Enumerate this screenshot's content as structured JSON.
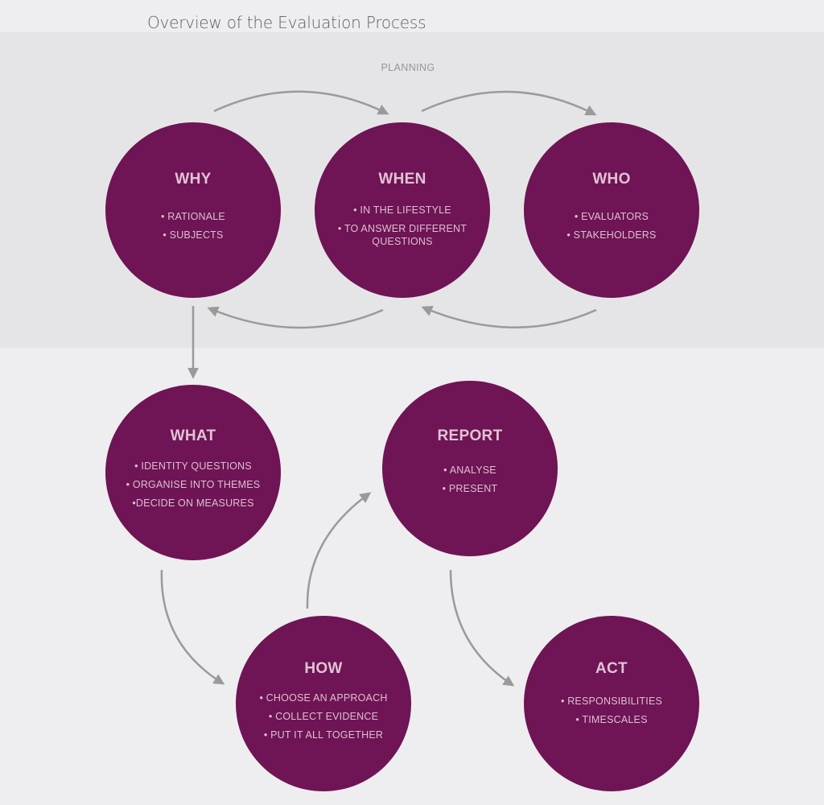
{
  "title": "Overview of the Evaluation Process",
  "band_label": "PLANNING",
  "colors": {
    "circle": "#6f1454",
    "band": "#e5e5e7",
    "background": "#eeedf0",
    "arrow": "#9a9a9a"
  },
  "nodes": {
    "why": {
      "heading": "WHY",
      "items": [
        "• RATIONALE",
        "• SUBJECTS"
      ]
    },
    "when": {
      "heading": "WHEN",
      "items": [
        "• IN THE LIFESTYLE",
        "• TO ANSWER DIFFERENT QUESTIONS"
      ]
    },
    "who": {
      "heading": "WHO",
      "items": [
        "• EVALUATORS",
        "• STAKEHOLDERS"
      ]
    },
    "what": {
      "heading": "WHAT",
      "items": [
        "• IDENTITY QUESTIONS",
        "• ORGANISE INTO THEMES",
        "•DECIDE ON MEASURES"
      ]
    },
    "report": {
      "heading": "REPORT",
      "items": [
        "• ANALYSE",
        "• PRESENT"
      ]
    },
    "how": {
      "heading": "HOW",
      "items": [
        "• CHOOSE AN APPROACH",
        "• COLLECT EVIDENCE",
        "• PUT IT ALL TOGETHER"
      ]
    },
    "act": {
      "heading": "ACT",
      "items": [
        "• RESPONSIBILITIES",
        "• TIMESCALES"
      ]
    }
  }
}
